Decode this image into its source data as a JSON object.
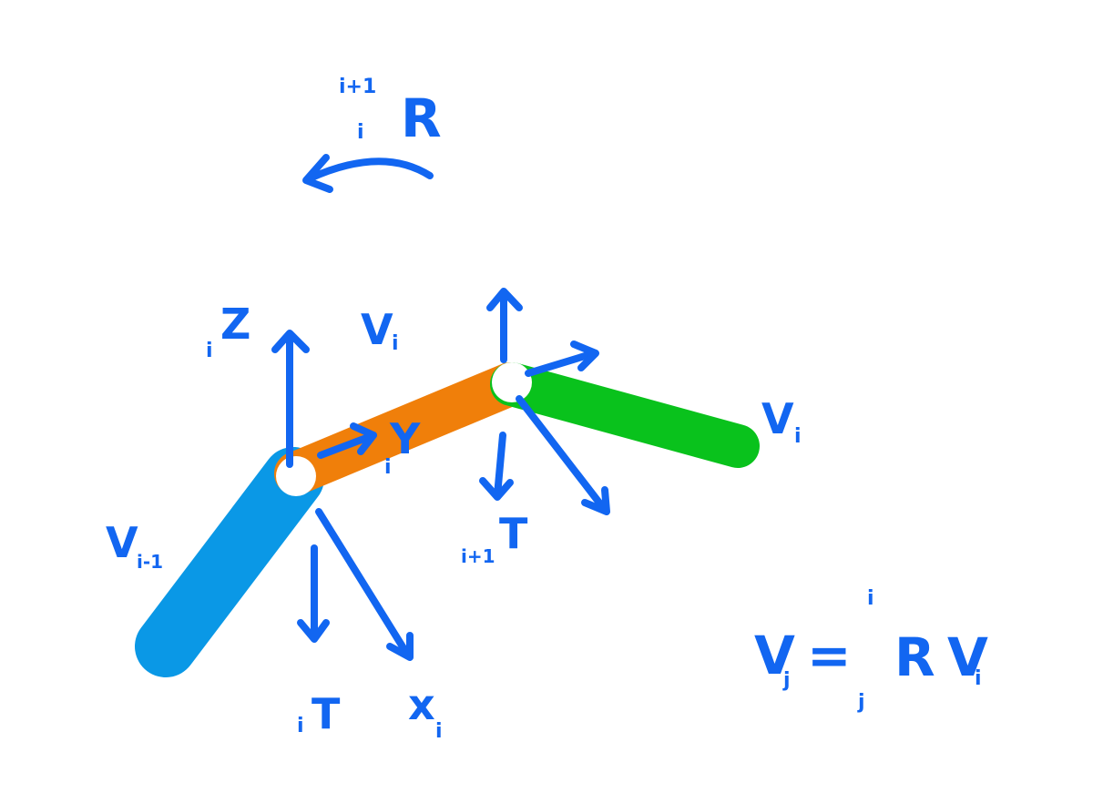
{
  "colors": {
    "ink": "#1266f1",
    "link_prev": "#0a98e6",
    "link_current": "#f07f0a",
    "link_next": "#09c21c",
    "joint": "#ffffff"
  },
  "rotation": {
    "pre_super": "i+1",
    "pre_sub": "i",
    "symbol": "R"
  },
  "links": {
    "prev": "V",
    "prev_sub": "i-1",
    "current": "V",
    "current_sub": "i",
    "next": "V",
    "next_sub": "i"
  },
  "frame_i": {
    "z_pre": "i",
    "z": "Z",
    "y_pre": "i",
    "y": "Y",
    "t_pre": "i",
    "t": "T",
    "x": "x",
    "x_sub": "i"
  },
  "frame_next": {
    "t_pre": "i+1",
    "t": "T"
  },
  "equation": {
    "lhs": "V",
    "lhs_sub": "j",
    "equals": "=",
    "r_super": "i",
    "r_sub": "j",
    "r": "R",
    "rhs": "V",
    "rhs_sub": "i"
  }
}
